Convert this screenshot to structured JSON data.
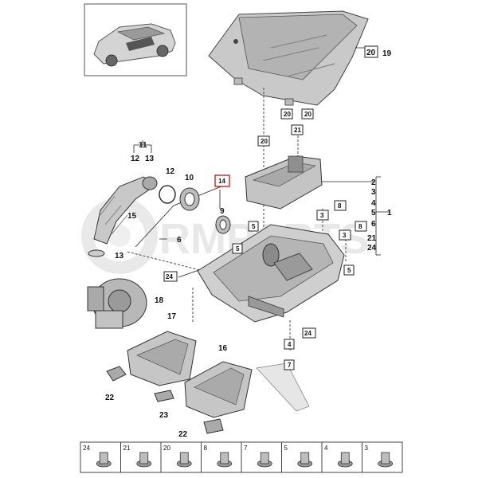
{
  "watermark": "RMPARTS",
  "callouts": {
    "c20": "20",
    "c19": "19",
    "c20a": "20",
    "c20b": "20",
    "c21a": "21",
    "c20c": "20",
    "c11": "11",
    "c12a": "12",
    "c13a": "13",
    "c12": "12",
    "c10": "10",
    "c14": "14",
    "c9": "9",
    "c15": "15",
    "c6": "6",
    "c5a": "5",
    "c5b": "5",
    "c13": "13",
    "c24a": "24",
    "c18": "18",
    "c17": "17",
    "c16": "16",
    "c22a": "22",
    "c23": "23",
    "c22b": "22",
    "c8a": "8",
    "c3a": "3",
    "c8b": "8",
    "c3b": "3",
    "c5c": "5",
    "c24b": "24",
    "c4": "4",
    "c7": "7",
    "r2": "2",
    "r3": "3",
    "r4": "4",
    "r5": "5",
    "r1": "1",
    "r6": "6",
    "r21": "21",
    "r24": "24"
  },
  "legend": [
    {
      "num": "24",
      "icon": "hose-clip-icon"
    },
    {
      "num": "21",
      "icon": "bolt-icon"
    },
    {
      "num": "20",
      "icon": "grommet-icon"
    },
    {
      "num": "8",
      "icon": "clip-icon"
    },
    {
      "num": "7",
      "icon": "bolt-icon"
    },
    {
      "num": "5",
      "icon": "rubber-mount-icon"
    },
    {
      "num": "4",
      "icon": "grommet-icon"
    },
    {
      "num": "3",
      "icon": "bracket-clip-icon"
    }
  ]
}
